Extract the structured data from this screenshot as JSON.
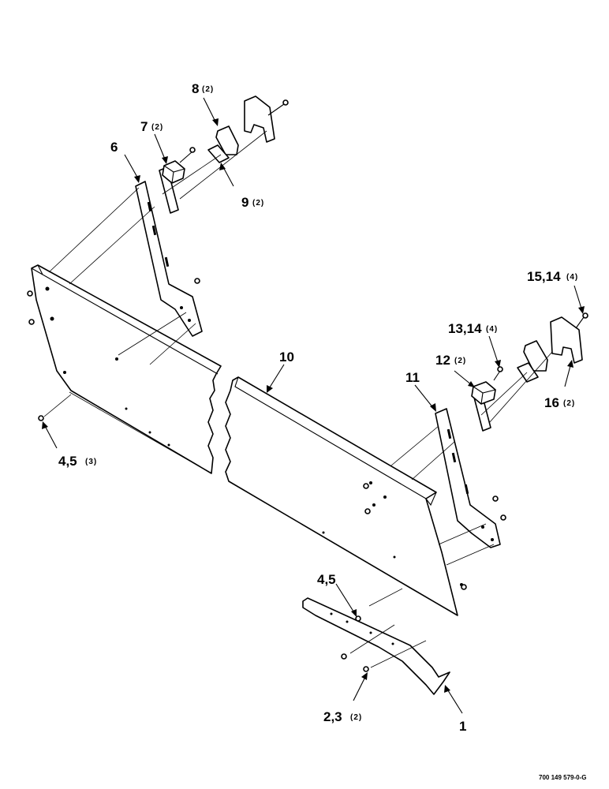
{
  "diagram": {
    "callouts": [
      {
        "id": "c1",
        "label": "1",
        "qty": ""
      },
      {
        "id": "c23",
        "label": "2,3",
        "qty": "(2)"
      },
      {
        "id": "c45a",
        "label": "4,5",
        "qty": "(3)"
      },
      {
        "id": "c45b",
        "label": "4,5",
        "qty": ""
      },
      {
        "id": "c6",
        "label": "6",
        "qty": ""
      },
      {
        "id": "c7",
        "label": "7",
        "qty": "(2)"
      },
      {
        "id": "c8",
        "label": "8",
        "qty": "(2)"
      },
      {
        "id": "c9",
        "label": "9",
        "qty": "(2)"
      },
      {
        "id": "c10",
        "label": "10",
        "qty": ""
      },
      {
        "id": "c11",
        "label": "11",
        "qty": ""
      },
      {
        "id": "c12",
        "label": "12",
        "qty": "(2)"
      },
      {
        "id": "c1314",
        "label": "13,14",
        "qty": "(4)"
      },
      {
        "id": "c1514",
        "label": "15,14",
        "qty": "(4)"
      },
      {
        "id": "c16",
        "label": "16",
        "qty": "(2)"
      }
    ],
    "drawing_number": "700 149 579-0-G"
  }
}
